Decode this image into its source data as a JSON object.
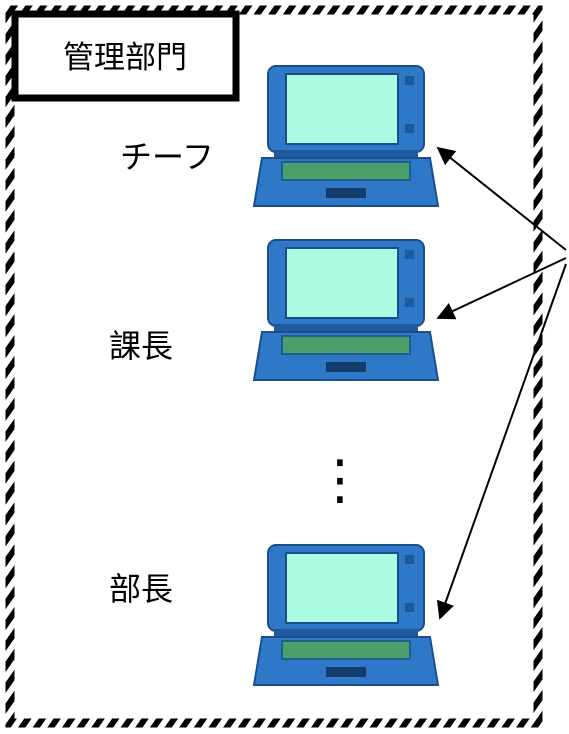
{
  "title": "管理部門",
  "roles": [
    {
      "label": "チーフ"
    },
    {
      "label": "課長"
    },
    {
      "label": "部長"
    }
  ],
  "ellipsis": "⋮",
  "colors": {
    "laptop_body": "#2f78c8",
    "laptop_body_dark": "#1f5a9e",
    "laptop_screen": "#a9fbe2",
    "keyboard": "#49a06a",
    "border": "#000000"
  },
  "icons": [
    "laptop-icon",
    "arrow-icon"
  ]
}
